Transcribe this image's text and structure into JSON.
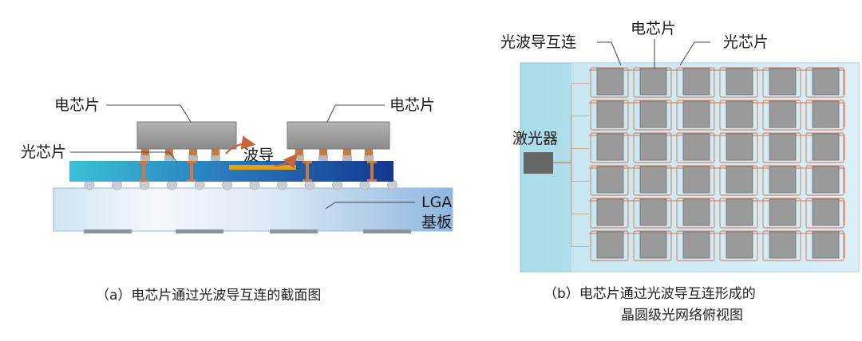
{
  "panel_a": {
    "labels": {
      "chip_left": "电芯片",
      "chip_right": "电芯片",
      "optical_chip": "光芯片",
      "waveguide": "波导",
      "substrate_line1": "LGA",
      "substrate_line2": "基板"
    },
    "caption": "（a）电芯片通过光波导互连的截面图"
  },
  "panel_b": {
    "labels": {
      "waveguide_interconnect": "光波导互连",
      "electrical_chip": "电芯片",
      "optical_chip": "光芯片",
      "laser": "激光器"
    },
    "grid": {
      "rows": 6,
      "cols": 6
    },
    "caption_line1": "（b）电芯片通过光波导互连形成的",
    "caption_line2": "晶圆级光网络俯视图"
  },
  "colors": {
    "chip_gray": "#9a9a9a",
    "copper": "#c87a45",
    "waveguide_gold": "#e0a21a",
    "optical_layer_left": "#2fb6d0",
    "optical_layer_right": "#173f95",
    "wafer_bg": "#bfe3ef",
    "laser_gray": "#666666"
  }
}
